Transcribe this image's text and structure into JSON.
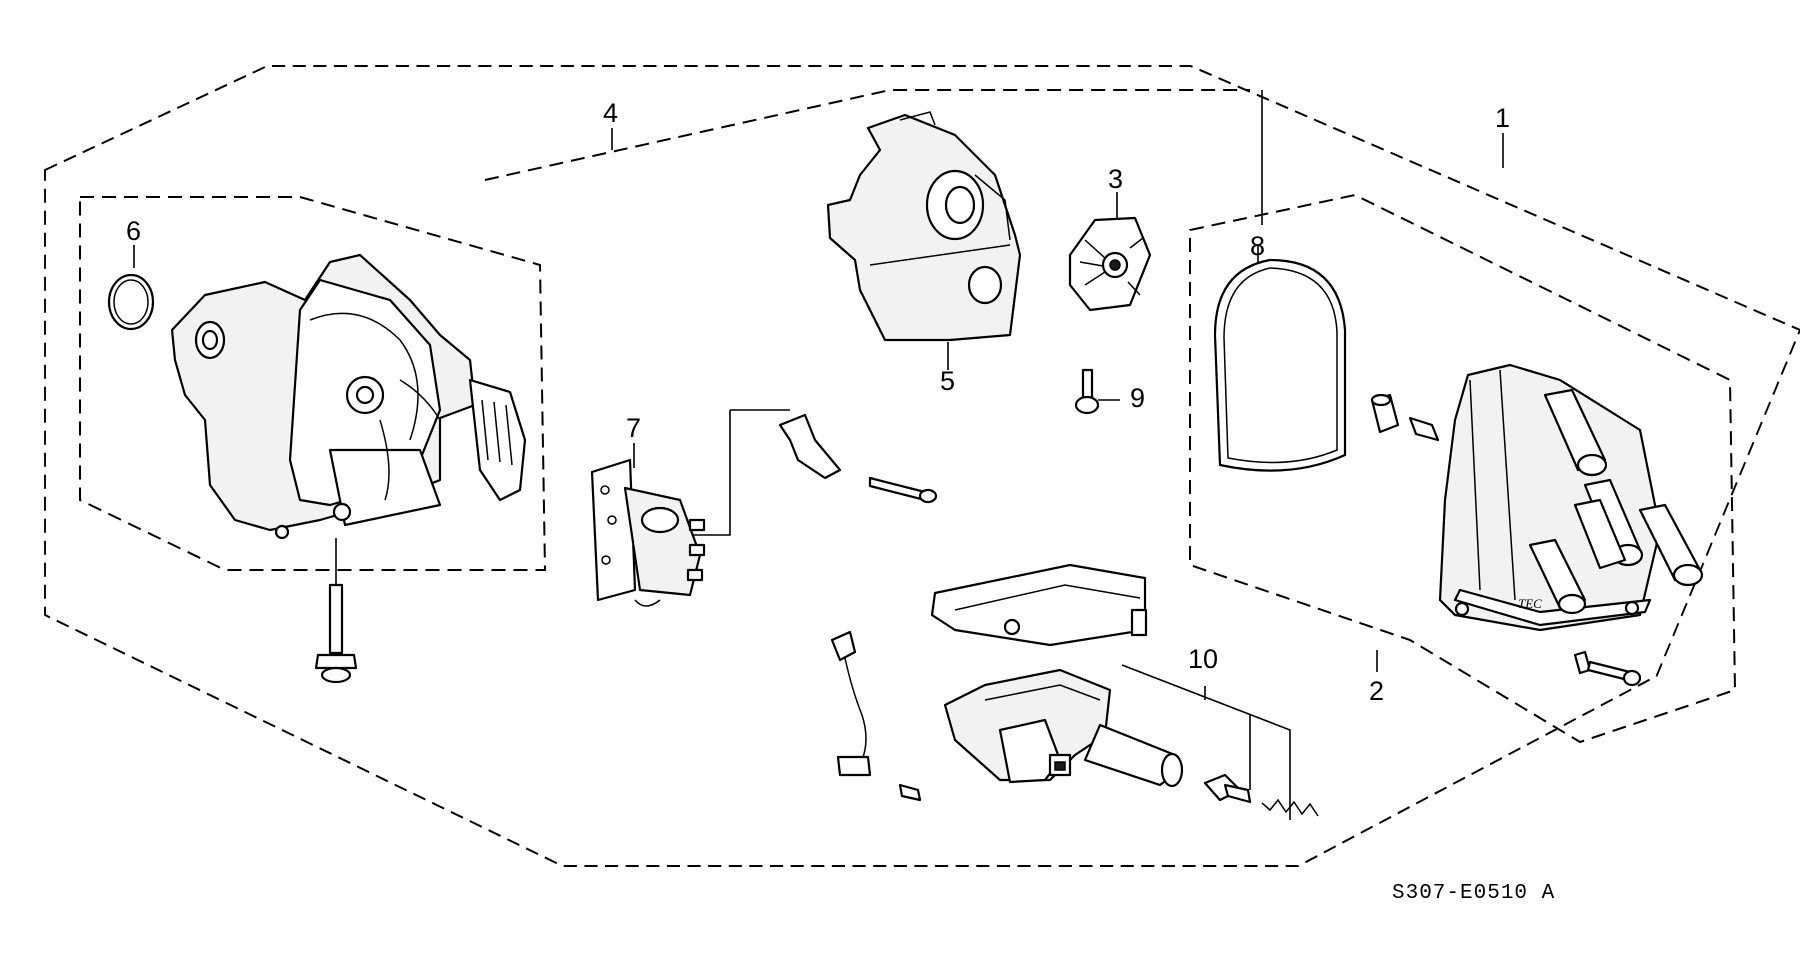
{
  "diagram_code": "S307-E0510 A",
  "callouts": {
    "c1": "1",
    "c2": "2",
    "c3": "3",
    "c4": "4",
    "c5": "5",
    "c6": "6",
    "c7": "7",
    "c8": "8",
    "c9": "9",
    "c10": "10"
  },
  "cap_marking": "TEC"
}
